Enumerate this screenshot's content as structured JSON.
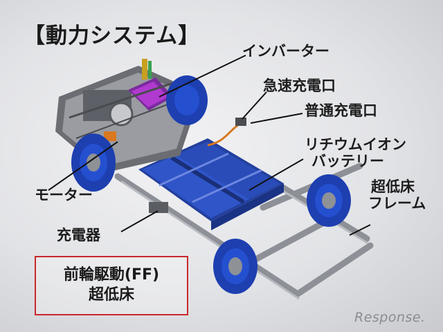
{
  "title": "【動力システム】",
  "labels": {
    "inverter": "インバーター",
    "quick_charge_port": "急速充電口",
    "normal_charge_port": "普通充電口",
    "battery_line1": "リチウムイオン",
    "battery_line2": "バッテリー",
    "motor": "モーター",
    "charger": "充電器",
    "frame_line1": "超低床",
    "frame_line2": "フレーム"
  },
  "callout_box": {
    "line1": "前輪駆動(FF)",
    "line2": "超低床"
  },
  "watermark": "Response."
}
